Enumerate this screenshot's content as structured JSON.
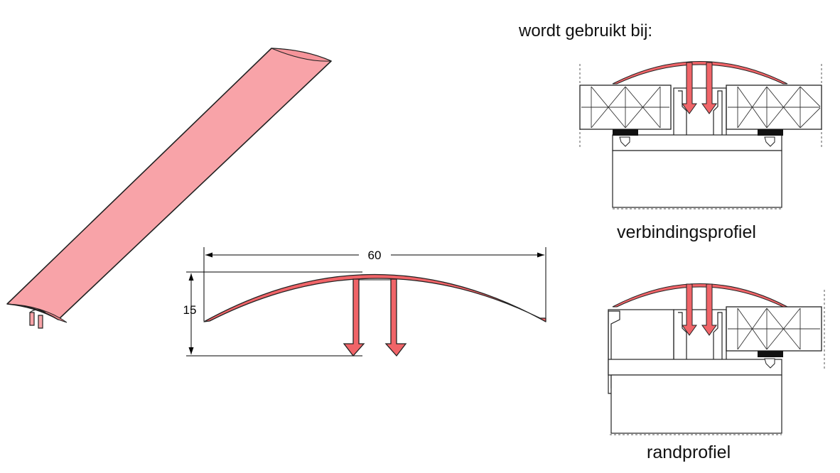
{
  "heading": "wordt gebruikt bij:",
  "dimensions": {
    "width": "60",
    "height": "15"
  },
  "applications": [
    {
      "label": "verbindingsprofiel"
    },
    {
      "label": "randprofiel"
    }
  ],
  "colors": {
    "profile_fill": "#f8a3a8",
    "section_fill": "#f06468",
    "gasket": "#111111"
  }
}
